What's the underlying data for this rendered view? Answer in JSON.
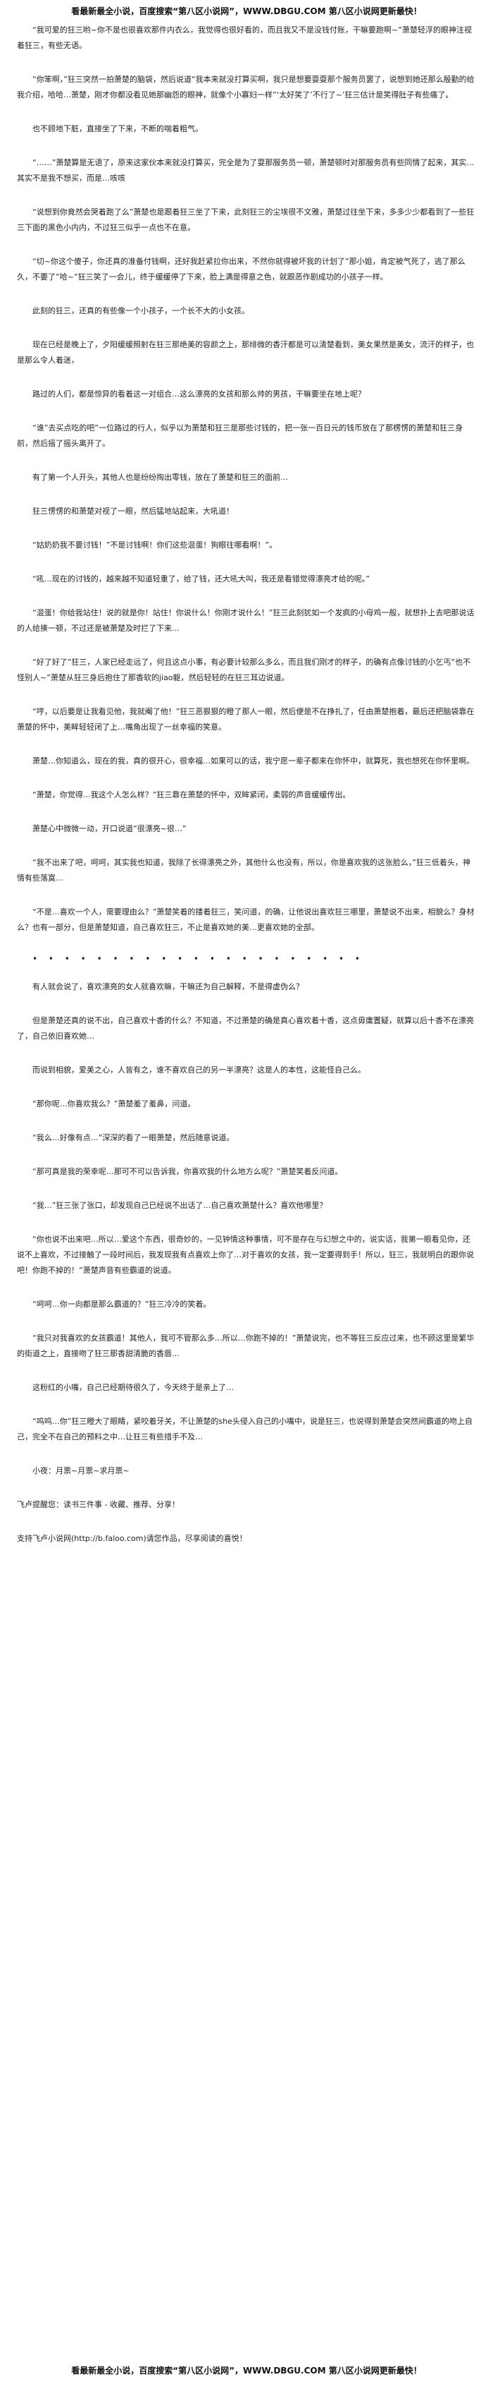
{
  "banner": "看最新最全小说，百度搜索“第八区小说网”，WWW.DBGU.COM 第八区小说网更新最快！",
  "paragraphs": [
    "“我可爱的狂三哟~你不是也很喜欢那件内衣么，我觉得也很好看的，而且我又不是没钱付账，干嘛要跑啊~”萧楚轻浮的眼神注视着狂三，有些无语。",
    "“你笨啊，”狂三突然一拍萧楚的脑袋，然后说道“我本来就没打算买啊，我只是想要耍耍那个服务员罢了，说想到她还那么殷勤的给我介绍，哈哈…萧楚，刚才你都没看见她那幽怨的眼神，就像个小寡妇一样”‘太好笑了’不行了~’狂三估计是笑得肚子有些痛了。",
    "也不顾地下脏，直接坐了下来，不断的喘着粗气。",
    "“……”萧楚算是无语了，原来这家伙本来就没打算买，完全是为了耍那服务员一顿，萧楚顿时对那服务员有些同情了起来，其实…其实不是我不想买，而是…咳咳",
    "“说想到你竟然会哭着跑了么”萧楚也是跟着狂三坐了下来，此刻狂三的尘埃很不文雅，萧楚过往坐下来，多多少少都看到了一些狂三下面的黑色小内内，不过狂三似乎一点也不在意。",
    "“切~你这个傻子，你还真的准备付钱啊，还好我赶紧拉你出来，不然你就得被坏我的计划了”那小姐，肯定被气死了，逃了那么久，不要了”哈~”狂三笑了一会儿，终于缓缓停了下来，脸上满是得意之色，就跟恶作剧成功的小孩子一样。",
    "此刻的狂三，还真的有些像一个小孩子，一个长不大的小女孩。",
    "现在已经是晚上了，夕阳缓缓照射在狂三那绝美的容颜之上，那绯微的香汗都是可以清楚看到，美女果然是美女，流汗的样子，也是那么令人着迷，",
    "路过的人们，都是惊异的看着这一对组合…这么漂亮的女孩和那么帅的男孩，干嘛要坐在地上呢？",
    "“谁”去买点吃的吧”一位路过的行人，似乎以为萧楚和狂三是那些讨钱的，把一张一百日元的钱币放在了那楞愣的萧楚和狂三身前，然后摇了摇头离开了。",
    "有了第一个人开头，其他人也是纷纷掏出零钱，放在了萧楚和狂三的面前…",
    "狂三愣愣的和萧楚对视了一眼，然后猛地站起来，大吼道！",
    "“姑奶奶我不要讨钱！”不是讨钱啊！你们这些混蛋！狗眼往哪看啊！”。",
    "“吼…现在的讨钱的，越来越不知道轻重了，给了钱，还大吼大叫，我还是看错觉得漂亮才给的呢。”",
    "“混蛋！你给我站住！说的就是你！站住！你说什么！你刚才说什么！”狂三此刻犹如一个发疯的小母鸡一般，就想扑上去吧那说话的人给揍一顿，不过还是被萧楚及时拦了下来…",
    "“好了好了”狂三，人家已经走远了，何且这点小事，有必要计较那么多么，而且我们刚才的样子，的确有点像讨钱的小乞丐”也不怪别人~”萧楚从狂三身后抱住了那香软的jiao躯，然后轻轻的在狂三耳边说道。",
    "“哼，以后要是让我看见他，我就阉了他！”狂三恶狠狠的瞪了那人一眼，然后便是不在挣扎了，任由萧楚抱着，最后还把脑袋靠在萧楚的怀中，美眸轻轻闭了上…嘴角出现了一丝幸福的笑意。",
    "萧楚…你知道么，现在的我，真的很开心，很幸福…如果可以的话，我宁愿一辈子都来在你怀中，就算死，我也想死在你怀里啊。",
    "“萧楚，你觉得…我这个人怎么样？”狂三靠在萧楚的怀中，双眸紧闭，柔弱的声音缓缓传出。",
    "萧楚心中微微一动，开口说道“很漂亮~很…”",
    "“我不出来了吧，呵呵，其实我也知道，我除了长得漂亮之外，其他什么也没有，所以，你是喜欢我的这张脸么，”狂三低着头，神情有些落寞…",
    "“不是…喜欢一个人，需要理由么？”萧楚笑着的搂着狂三，笑问道，的确，让他说出喜欢狂三哪里，萧楚说不出来，相貌么？身材么？也有一部分，但是萧楚知道，自己喜欢狂三，不止是喜欢她的美…更喜欢她的全部。",
    "有人就会说了，喜欢漂亮的女人就喜欢嘛，干嘛还为自己解释，不是得虚伪么？",
    "但是萧楚还真的说不出，自己喜欢十香的什么？不知道，不过萧楚的确是真心喜欢着十香，这点毋庸置疑，就算以后十香不在漂亮了，自己依旧喜欢她…",
    "而说到相貌，爱美之心，人皆有之，谁不喜欢自己的另一半漂亮？这是人的本性，这能怪自己么。",
    "“那你呢…你喜欢我么？”萧楚羞了羞鼻，问道。",
    "“我么…好像有点…”深深的看了一眼萧楚，然后随意说道。",
    "“那可真是我的荣幸呢…那可不可以告诉我，你喜欢我的什么地方么呢？”萧楚笑着反问道。",
    "“我…”狂三张了张口，却发现自己已经说不出话了…自己喜欢萧楚什么？喜欢他哪里？",
    "“你也说不出来吧…所以…爱这个东西，很奇妙的，一见钟情这种事情，可不是存在与幻想之中的，说实话，我第一眼看见你，还说不上喜欢，不过接触了一段时间后，我发现我有点喜欢上你了…对于喜欢的女孩，我一定要得到手！所以，狂三，我就明白的跟你说吧！你跑不掉的！”萧楚声音有些霸道的说道。",
    "“呵呵…你一向都是那么霸道的？”狂三冷冷的笑着。",
    "“我只对我喜欢的女孩霸道！其他人，我可不管那么多…所以…你跑不掉的！”萧楚说完，也不等狂三反应过来，也不顾这里是繁华的街道之上，直接吻了狂三那香甜清脆的香唇…",
    "这粉红的小嘴，自己已经期待很久了，今天终于是亲上了…",
    "“呜呜…你”狂三瞪大了眼睛，紧咬着牙关，不让萧楚的she头侵入自己的小嘴中，说是狂三，也说得到萧楚会突然间霸道的吻上自己，完全不在自己的预料之中…让狂三有些措手不及…",
    "小夜：月票~月票~求月票~"
  ],
  "dots": "• • • • • • • • • • • • • • • • • • • • •",
  "dots_after_index": 21,
  "footer_note": "飞卢提醒您：读书三件事 - 收藏、推荐、分享！",
  "footer_support": "支持飞卢小说网(http://b.faloo.com)请您作品，尽享阅读的喜悦！"
}
